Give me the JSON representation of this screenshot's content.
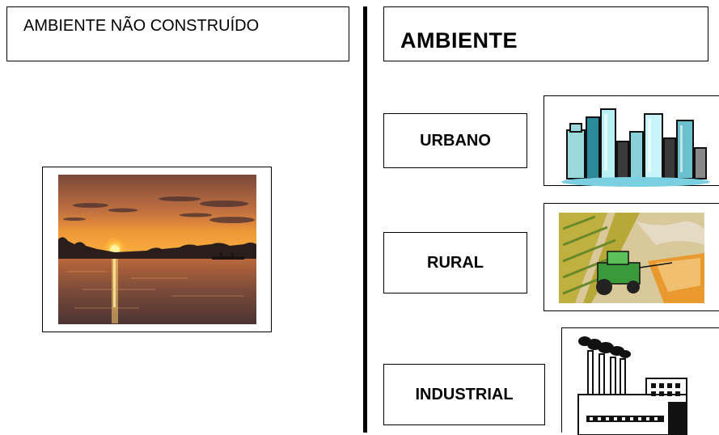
{
  "left_panel": {
    "title": "AMBIENTE NÃO CONSTRUÍDO"
  },
  "right_panel": {
    "title": "AMBIENTE",
    "items": [
      {
        "label": "URBANO",
        "icon": "city-skyline-icon"
      },
      {
        "label": "RURAL",
        "icon": "farm-tractor-icon"
      },
      {
        "label": "INDUSTRIAL",
        "icon": "factory-icon"
      }
    ]
  },
  "photo": {
    "subject": "sunset-over-river-photo"
  }
}
